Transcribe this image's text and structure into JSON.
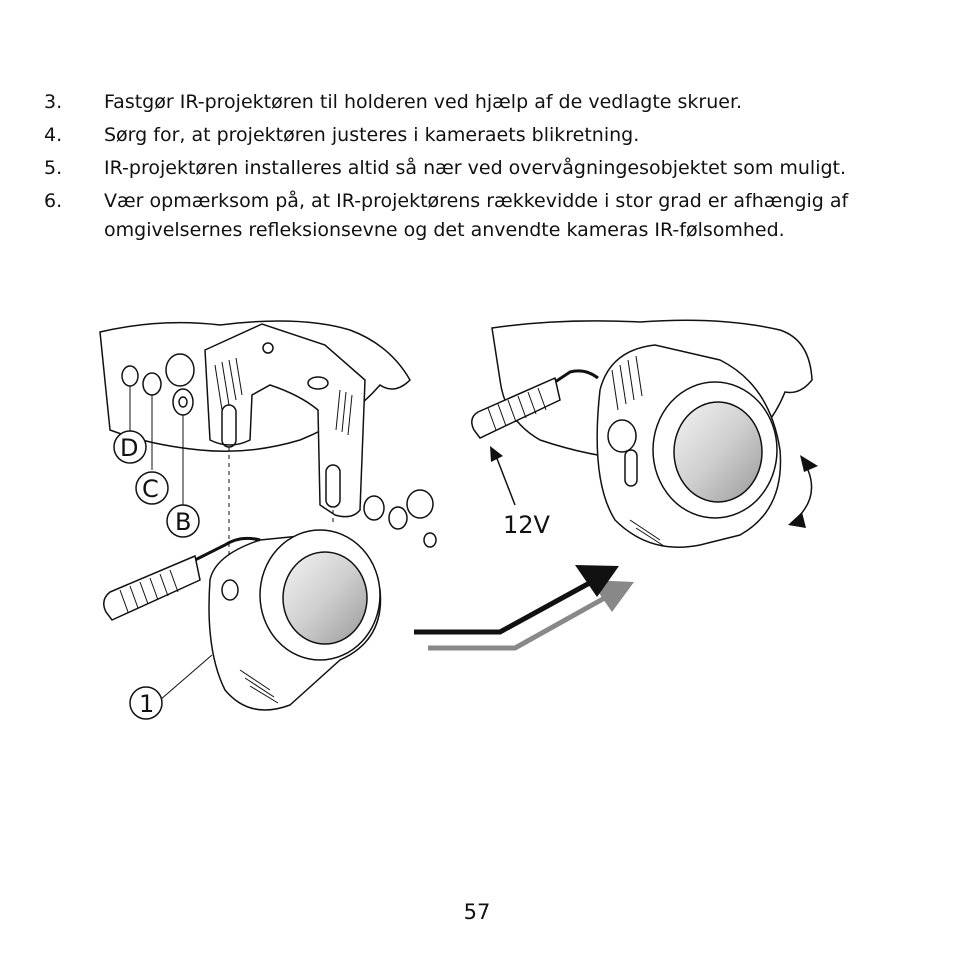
{
  "instructions": [
    {
      "number": "3.",
      "text": "Fastgør IR-projektøren til holderen ved hjælp af de vedlagte skruer."
    },
    {
      "number": "4.",
      "text": "Sørg for, at projektøren justeres i kameraets blikretning."
    },
    {
      "number": "5.",
      "text": "IR-projektøren installeres altid så nær ved overvågningesobjektet som muligt."
    },
    {
      "number": "6.",
      "text": "Vær opmærksom på, at IR-projektørens rækkevidde i stor grad er afhængig af omgivelsernes refleksionsevne og det anvendte kameras IR-følsomhed."
    }
  ],
  "figure": {
    "callouts": {
      "d": "D",
      "c": "C",
      "b": "B",
      "one": "1"
    },
    "voltage_label": "12V"
  },
  "page_number": "57"
}
